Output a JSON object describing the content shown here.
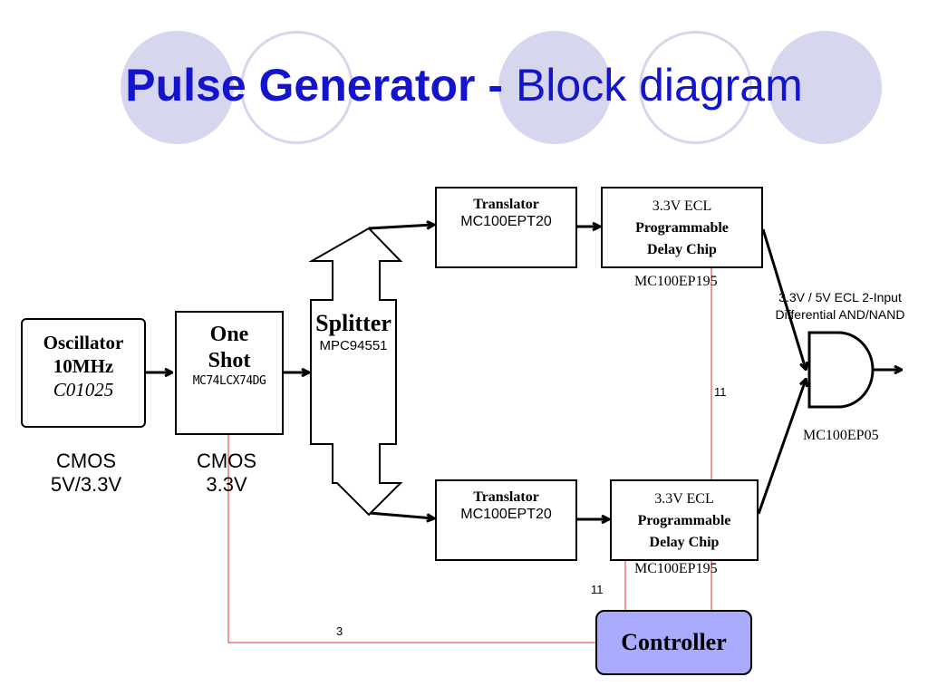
{
  "title": {
    "bold": "Pulse Generator - ",
    "regular": "Block diagram"
  },
  "blocks": {
    "oscillator": {
      "name": "Oscillator",
      "freq": "10MHz",
      "part": "C01025",
      "note_line1": "CMOS",
      "note_line2": "5V/3.3V"
    },
    "one_shot": {
      "line1": "One",
      "line2": "Shot",
      "part": "MC74LCX74DG",
      "note_line1": "CMOS",
      "note_line2": "3.3V"
    },
    "splitter": {
      "name": "Splitter",
      "part": "MPC94551"
    },
    "translator_top": {
      "name": "Translator",
      "part": "MC100EPT20"
    },
    "translator_bottom": {
      "name": "Translator",
      "part": "MC100EPT20"
    },
    "delay_top": {
      "line1": "3.3V ECL",
      "line2": "Programmable",
      "line3": "Delay Chip",
      "part": "MC100EP195"
    },
    "delay_bottom": {
      "line1": "3.3V ECL",
      "line2": "Programmable",
      "line3": "Delay Chip",
      "part": "MC100EP195"
    },
    "gate": {
      "desc_line1": "3.3V / 5V ECL 2-Input",
      "desc_line2": "Differential AND/NAND",
      "part": "MC100EP05"
    },
    "controller": {
      "name": "Controller"
    }
  },
  "bus_widths": {
    "top_delay": "11",
    "bottom_delay": "11",
    "one_shot": "3"
  },
  "colors": {
    "title": "#1414cc",
    "decor_circle": "#d6d6ee",
    "controller_fill": "#aaaaff",
    "control_wire": "#e03030"
  }
}
